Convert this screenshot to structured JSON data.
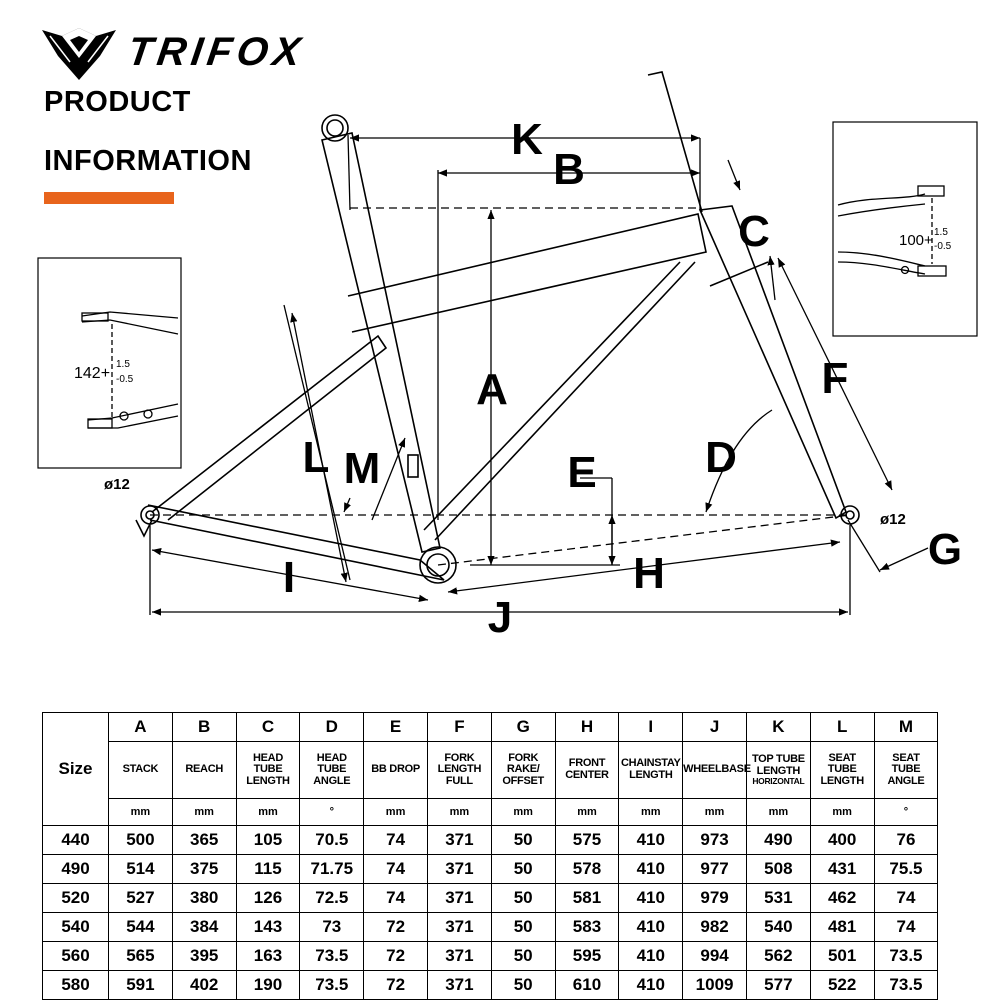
{
  "brand": {
    "logo": "fox-head-logo",
    "name": "TRIFOX"
  },
  "header": {
    "line1": "PRODUCT",
    "line2": "INFORMATION",
    "accent_color": "#e8641c"
  },
  "diagram": {
    "labels": {
      "K": "K",
      "B": "B",
      "C": "C",
      "A": "A",
      "F": "F",
      "L": "L",
      "M": "M",
      "E": "E",
      "D": "D",
      "G": "G",
      "I": "I",
      "H": "H",
      "J": "J"
    },
    "rear_axle_dia": "ø12",
    "front_axle_dia": "ø12",
    "rear_spacing": {
      "base": "142+",
      "tol_plus": "1.5",
      "tol_minus": "-0.5"
    },
    "front_spacing": {
      "base": "100+",
      "tol_plus": "1.5",
      "tol_minus": "-0.5"
    }
  },
  "table": {
    "size_label": "Size",
    "columns": [
      {
        "letter": "A",
        "name": [
          "STACK"
        ],
        "unit": "mm"
      },
      {
        "letter": "B",
        "name": [
          "REACH"
        ],
        "unit": "mm"
      },
      {
        "letter": "C",
        "name": [
          "HEAD",
          "TUBE",
          "LENGTH"
        ],
        "unit": "mm"
      },
      {
        "letter": "D",
        "name": [
          "HEAD",
          "TUBE",
          "ANGLE"
        ],
        "unit": "°"
      },
      {
        "letter": "E",
        "name": [
          "BB DROP"
        ],
        "unit": "mm"
      },
      {
        "letter": "F",
        "name": [
          "FORK",
          "LENGTH",
          "FULL"
        ],
        "unit": "mm"
      },
      {
        "letter": "G",
        "name": [
          "FORK",
          "RAKE/",
          "OFFSET"
        ],
        "unit": "mm"
      },
      {
        "letter": "H",
        "name": [
          "FRONT",
          "CENTER"
        ],
        "unit": "mm"
      },
      {
        "letter": "I",
        "name": [
          "CHAINSTAY",
          "LENGTH"
        ],
        "unit": "mm"
      },
      {
        "letter": "J",
        "name": [
          "WHEELBASE"
        ],
        "unit": "mm"
      },
      {
        "letter": "K",
        "name": [
          "TOP TUBE",
          "LENGTH",
          "HORIZONTAL"
        ],
        "unit": "mm"
      },
      {
        "letter": "L",
        "name": [
          "SEAT",
          "TUBE",
          "LENGTH"
        ],
        "unit": "mm"
      },
      {
        "letter": "M",
        "name": [
          "SEAT",
          "TUBE",
          "ANGLE"
        ],
        "unit": "°"
      }
    ],
    "rows": [
      {
        "size": "440",
        "values": [
          "500",
          "365",
          "105",
          "70.5",
          "74",
          "371",
          "50",
          "575",
          "410",
          "973",
          "490",
          "400",
          "76"
        ]
      },
      {
        "size": "490",
        "values": [
          "514",
          "375",
          "115",
          "71.75",
          "74",
          "371",
          "50",
          "578",
          "410",
          "977",
          "508",
          "431",
          "75.5"
        ]
      },
      {
        "size": "520",
        "values": [
          "527",
          "380",
          "126",
          "72.5",
          "74",
          "371",
          "50",
          "581",
          "410",
          "979",
          "531",
          "462",
          "74"
        ]
      },
      {
        "size": "540",
        "values": [
          "544",
          "384",
          "143",
          "73",
          "72",
          "371",
          "50",
          "583",
          "410",
          "982",
          "540",
          "481",
          "74"
        ]
      },
      {
        "size": "560",
        "values": [
          "565",
          "395",
          "163",
          "73.5",
          "72",
          "371",
          "50",
          "595",
          "410",
          "994",
          "562",
          "501",
          "73.5"
        ]
      },
      {
        "size": "580",
        "values": [
          "591",
          "402",
          "190",
          "73.5",
          "72",
          "371",
          "50",
          "610",
          "410",
          "1009",
          "577",
          "522",
          "73.5"
        ]
      }
    ]
  }
}
